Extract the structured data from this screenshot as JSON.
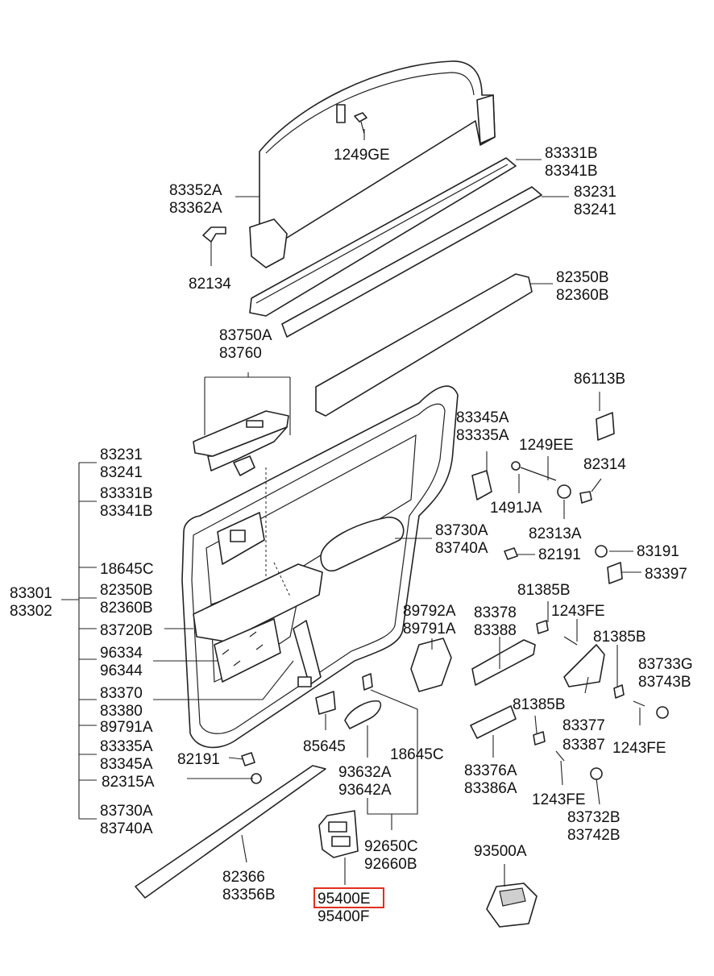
{
  "labels": {
    "l1249ge": "1249GE",
    "l83331b": "83331B",
    "l83341b": "83341B",
    "l83352a": "83352A",
    "l83362a": "83362A",
    "l83231": "83231",
    "l83241": "83241",
    "l82134": "82134",
    "l82350b": "82350B",
    "l82360b": "82360B",
    "l83750a": "83750A",
    "l83760": "83760",
    "l86113b": "86113B",
    "l83345a": "83345A",
    "l83335a": "83335A",
    "l1249ee": "1249EE",
    "l82314": "82314",
    "l1491ja": "1491JA",
    "l82313a": "82313A",
    "l83730a": "83730A",
    "l83740a": "83740A",
    "l82191": "82191",
    "l83191": "83191",
    "l83397": "83397",
    "l89792a": "89792A",
    "l89791a": "89791A",
    "l83378": "83378",
    "l83388": "83388",
    "l81385b_1": "81385B",
    "l1243fe_1": "1243FE",
    "l81385b_2": "81385B",
    "l83733g": "83733G",
    "l83743b": "83743B",
    "l81385b_3": "81385B",
    "l83377": "83377",
    "l83387": "83387",
    "l1243fe_2": "1243FE",
    "l83376a": "83376A",
    "l83386a": "83386A",
    "l1243fe_3": "1243FE",
    "l83732b": "83732B",
    "l83742b": "83742B",
    "l85645": "85645",
    "l93632a": "93632A",
    "l93642a": "93642A",
    "l18645c_r": "18645C",
    "l92650c": "92650C",
    "l92660b": "92660B",
    "l93500a": "93500A",
    "l95400e": "95400E",
    "l95400f": "95400F",
    "l82366": "82366",
    "l83356b": "83356B",
    "l82191_l": "82191",
    "l82315a": "82315A",
    "l83301": "83301",
    "l83302": "83302",
    "t83231": "83231",
    "t83241": "83241",
    "t83331b": "83331B",
    "t83341b": "83341B",
    "t18645c": "18645C",
    "t82350b": "82350B",
    "t82360b": "82360B",
    "t83720b": "83720B",
    "t96334": "96334",
    "t96344": "96344",
    "t83370": "83370",
    "t83380": "83380",
    "t89791a": "89791A",
    "t83335a": "83335A",
    "t83345a": "83345A",
    "t83730a": "83730A",
    "t83740a": "83740A"
  },
  "highlight": {
    "color": "#e0301e",
    "part": "95400E"
  }
}
